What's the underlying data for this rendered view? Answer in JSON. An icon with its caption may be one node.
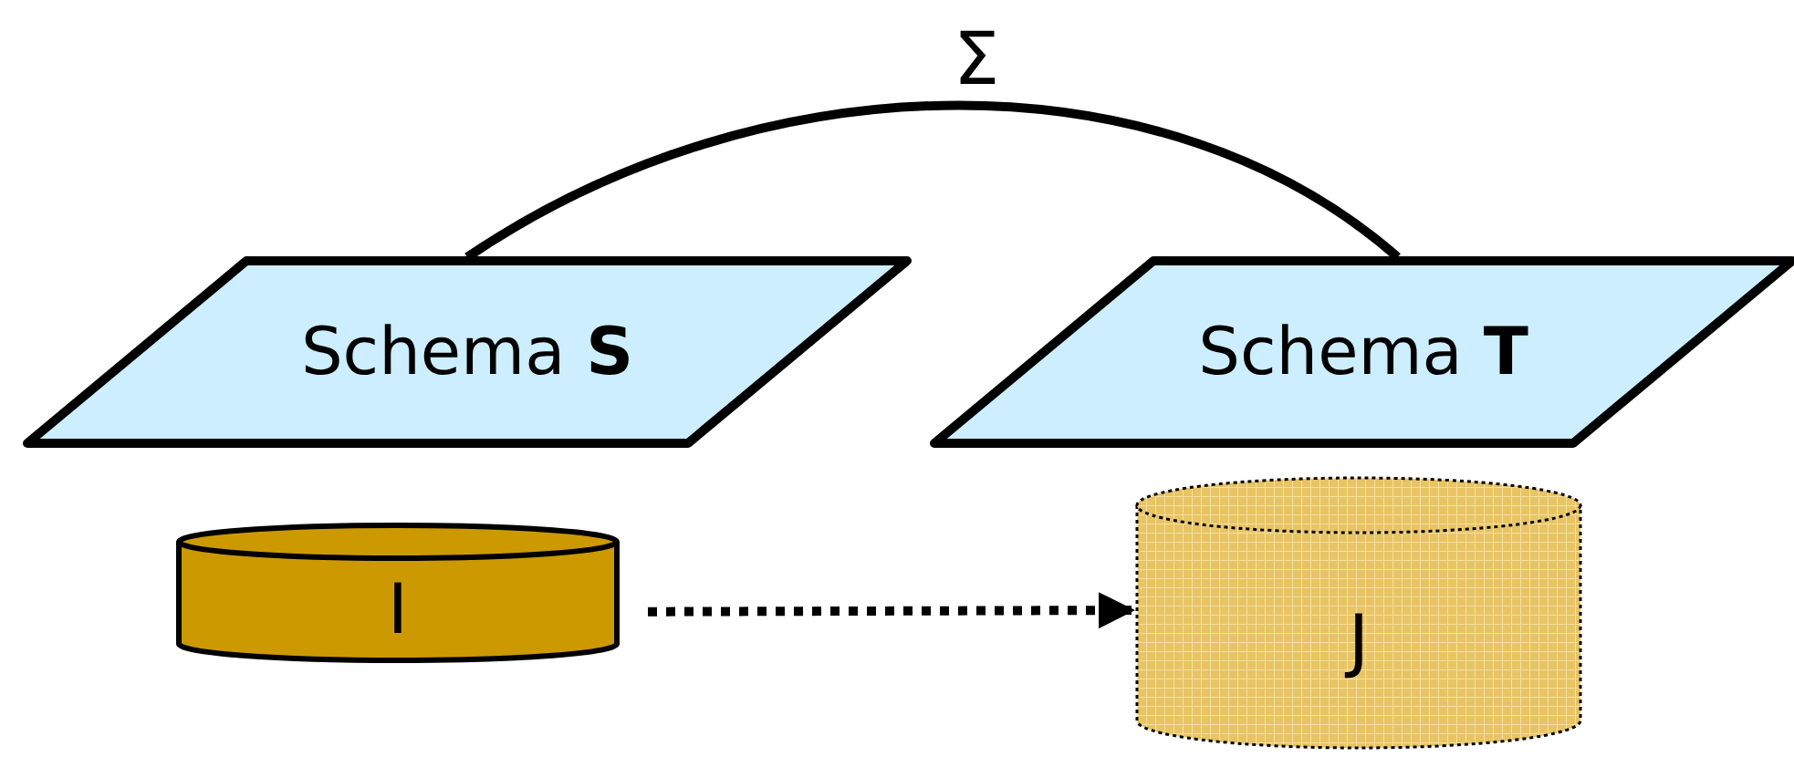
{
  "diagram": {
    "nodes": [
      {
        "text": [
          "Schema **S**"
        ]
      },
      {
        "text": [
          "Schema **T**"
        ]
      },
      {
        "text": [
          "I"
        ]
      },
      {
        "text": [
          "J"
        ]
      }
    ],
    "edges": [
      {
        "from": 0,
        "to": 1,
        "arrow": "none",
        "label": "Σ"
      },
      {
        "from": 2,
        "to": 3,
        "arrow": "to",
        "style": "dashed"
      }
    ]
  }
}
